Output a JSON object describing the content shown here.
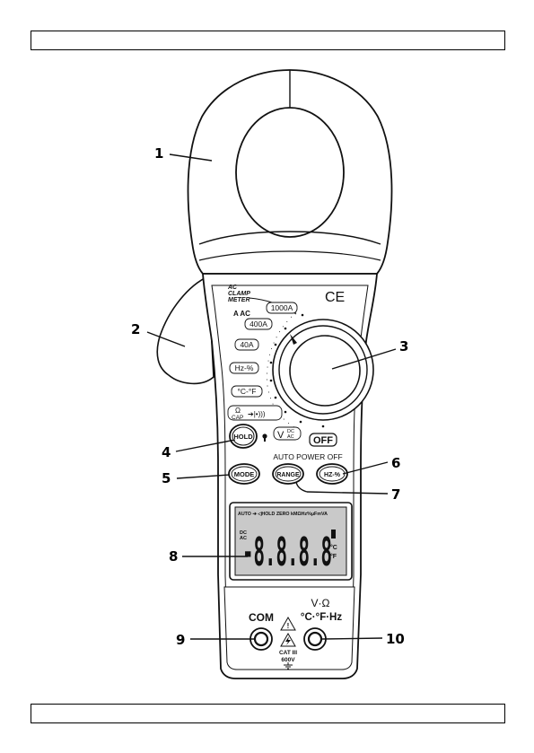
{
  "device": {
    "type_label_lines": [
      "AC",
      "CLAMP",
      "METER"
    ],
    "ce_mark": "CE",
    "aac_label": "A AC",
    "ranges": [
      "1000A",
      "400A",
      "40A",
      "Hz-%",
      "°C-°F"
    ],
    "ohm_symbol": "Ω",
    "cap_label": "CAP",
    "diode_sym": "➔|•)))",
    "vdc_label": "V",
    "vdc_sub": [
      "DC",
      "AC"
    ],
    "off_label": "OFF",
    "auto_power_off": "AUTO POWER OFF",
    "buttons": {
      "hold": "HOLD",
      "mode": "MODE",
      "range": "RANGE",
      "hz": "HZ-%"
    },
    "lcd": {
      "top_annunciators": "AUTO  ➔ ◁HOLD ZERO kMΩHz%μFmVA",
      "digits": "-8.8.8.8",
      "dc_label": "DC",
      "ac_label": "AC",
      "celsius": "°C",
      "fahrenheit": "°F"
    },
    "terminals": {
      "com": "COM",
      "v_label_line1": "V·Ω",
      "v_label_line2": "°C·°F·Hz",
      "cat": "CAT III",
      "voltage": "600V"
    }
  },
  "callouts": [
    "1",
    "2",
    "3",
    "4",
    "5",
    "6",
    "7",
    "8",
    "9",
    "10"
  ]
}
